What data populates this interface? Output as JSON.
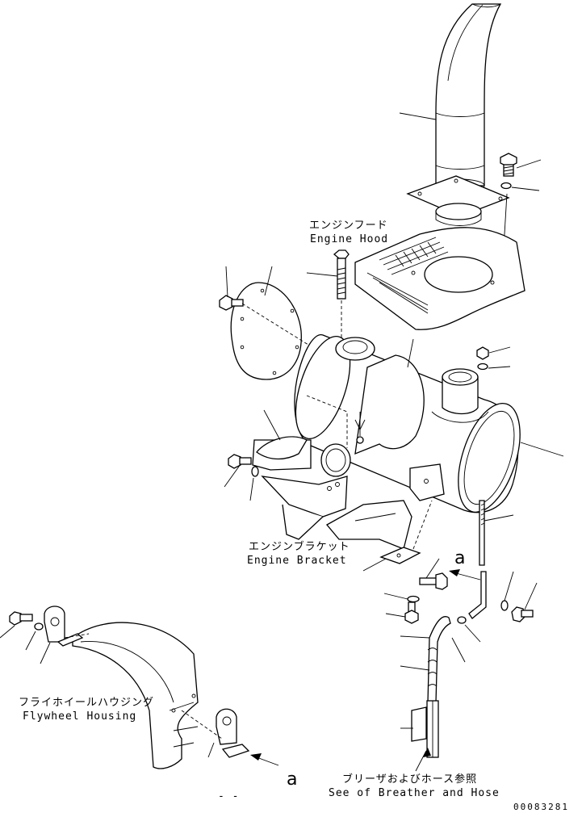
{
  "labels": {
    "engine_hood_jp": "エンジンフード",
    "engine_hood_en": "Engine Hood",
    "engine_bracket_jp": "エンジンブラケット",
    "engine_bracket_en": "Engine Bracket",
    "flywheel_housing_jp": "フライホイールハウジング",
    "flywheel_housing_en": "Flywheel Housing",
    "breather_hose_jp": "ブリーザおよびホース参照",
    "breather_hose_en": "See of Breather and Hose"
  },
  "markers": {
    "view_a_upper": "a",
    "view_a_lower": "a",
    "dash_mark": "- -"
  },
  "document_number": "00083281"
}
